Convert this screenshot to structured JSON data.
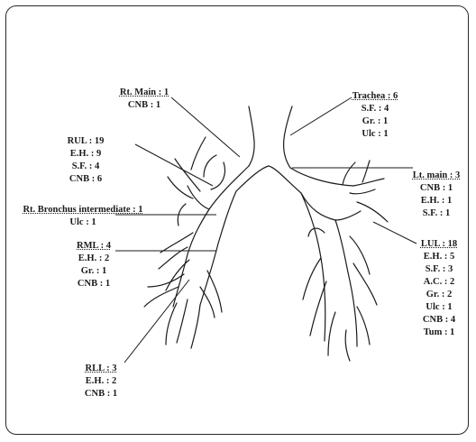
{
  "labels": {
    "rt_main": [
      "Rt. Main : 1",
      "CNB : 1"
    ],
    "trachea": [
      "Trachea : 6",
      "S.F. : 4",
      "Gr. : 1",
      "Ulc : 1"
    ],
    "rul": [
      "RUL : 19",
      "E.H. : 9",
      "S.F. : 4",
      "CNB : 6"
    ],
    "lt_main": [
      "Lt. main : 3",
      "CNB : 1",
      "E.H. : 1",
      "S.F. : 1"
    ],
    "rt_bronchus": [
      "Rt. Bronchus intermediate : 1",
      "Ulc : 1"
    ],
    "rml": [
      "RML : 4",
      "E.H. : 2",
      "Gr. : 1",
      "CNB : 1"
    ],
    "lul": [
      "LUL : 18",
      "E.H. : 5",
      "S.F. : 3",
      "A.C. : 2",
      "Gr. : 2",
      "Ulc : 1",
      "CNB : 4",
      "Tum : 1"
    ],
    "rll": [
      "RLL : 3",
      "E.H. : 2",
      "CNB : 1"
    ]
  }
}
